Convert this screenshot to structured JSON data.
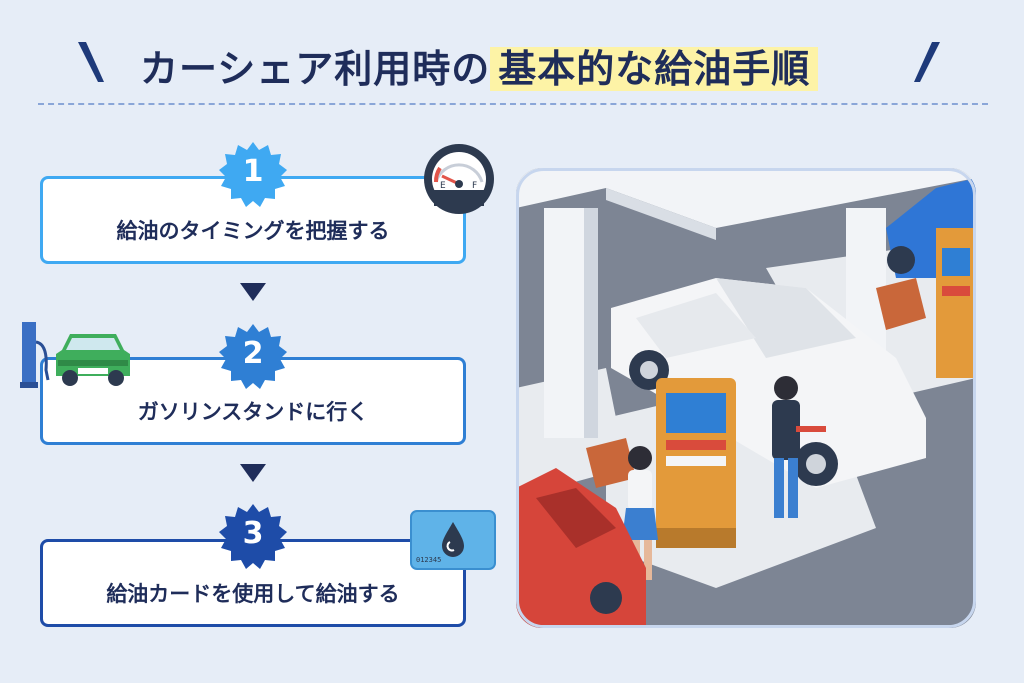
{
  "title": {
    "prefix": "カーシェア利用時の",
    "highlight": "基本的な給油手順"
  },
  "steps": [
    {
      "number": "1",
      "label": "給油のタイミングを把握する",
      "color": "#3fa9f2"
    },
    {
      "number": "2",
      "label": "ガソリンスタンドに行く",
      "color": "#2f7fd4"
    },
    {
      "number": "3",
      "label": "給油カードを使用して給油する",
      "color": "#1e4ca8"
    }
  ],
  "icons": {
    "gauge": {
      "name": "fuel-gauge-icon",
      "left_mark": "E",
      "right_mark": "F"
    },
    "station": {
      "name": "gas-pump-car-icon"
    },
    "card": {
      "name": "fuel-card-icon",
      "card_number": "012345"
    }
  },
  "colors": {
    "background": "#e6edf7",
    "title_text": "#1f2d5a",
    "highlight": "#fdf3a6",
    "accent_dark": "#1e3a7a"
  }
}
